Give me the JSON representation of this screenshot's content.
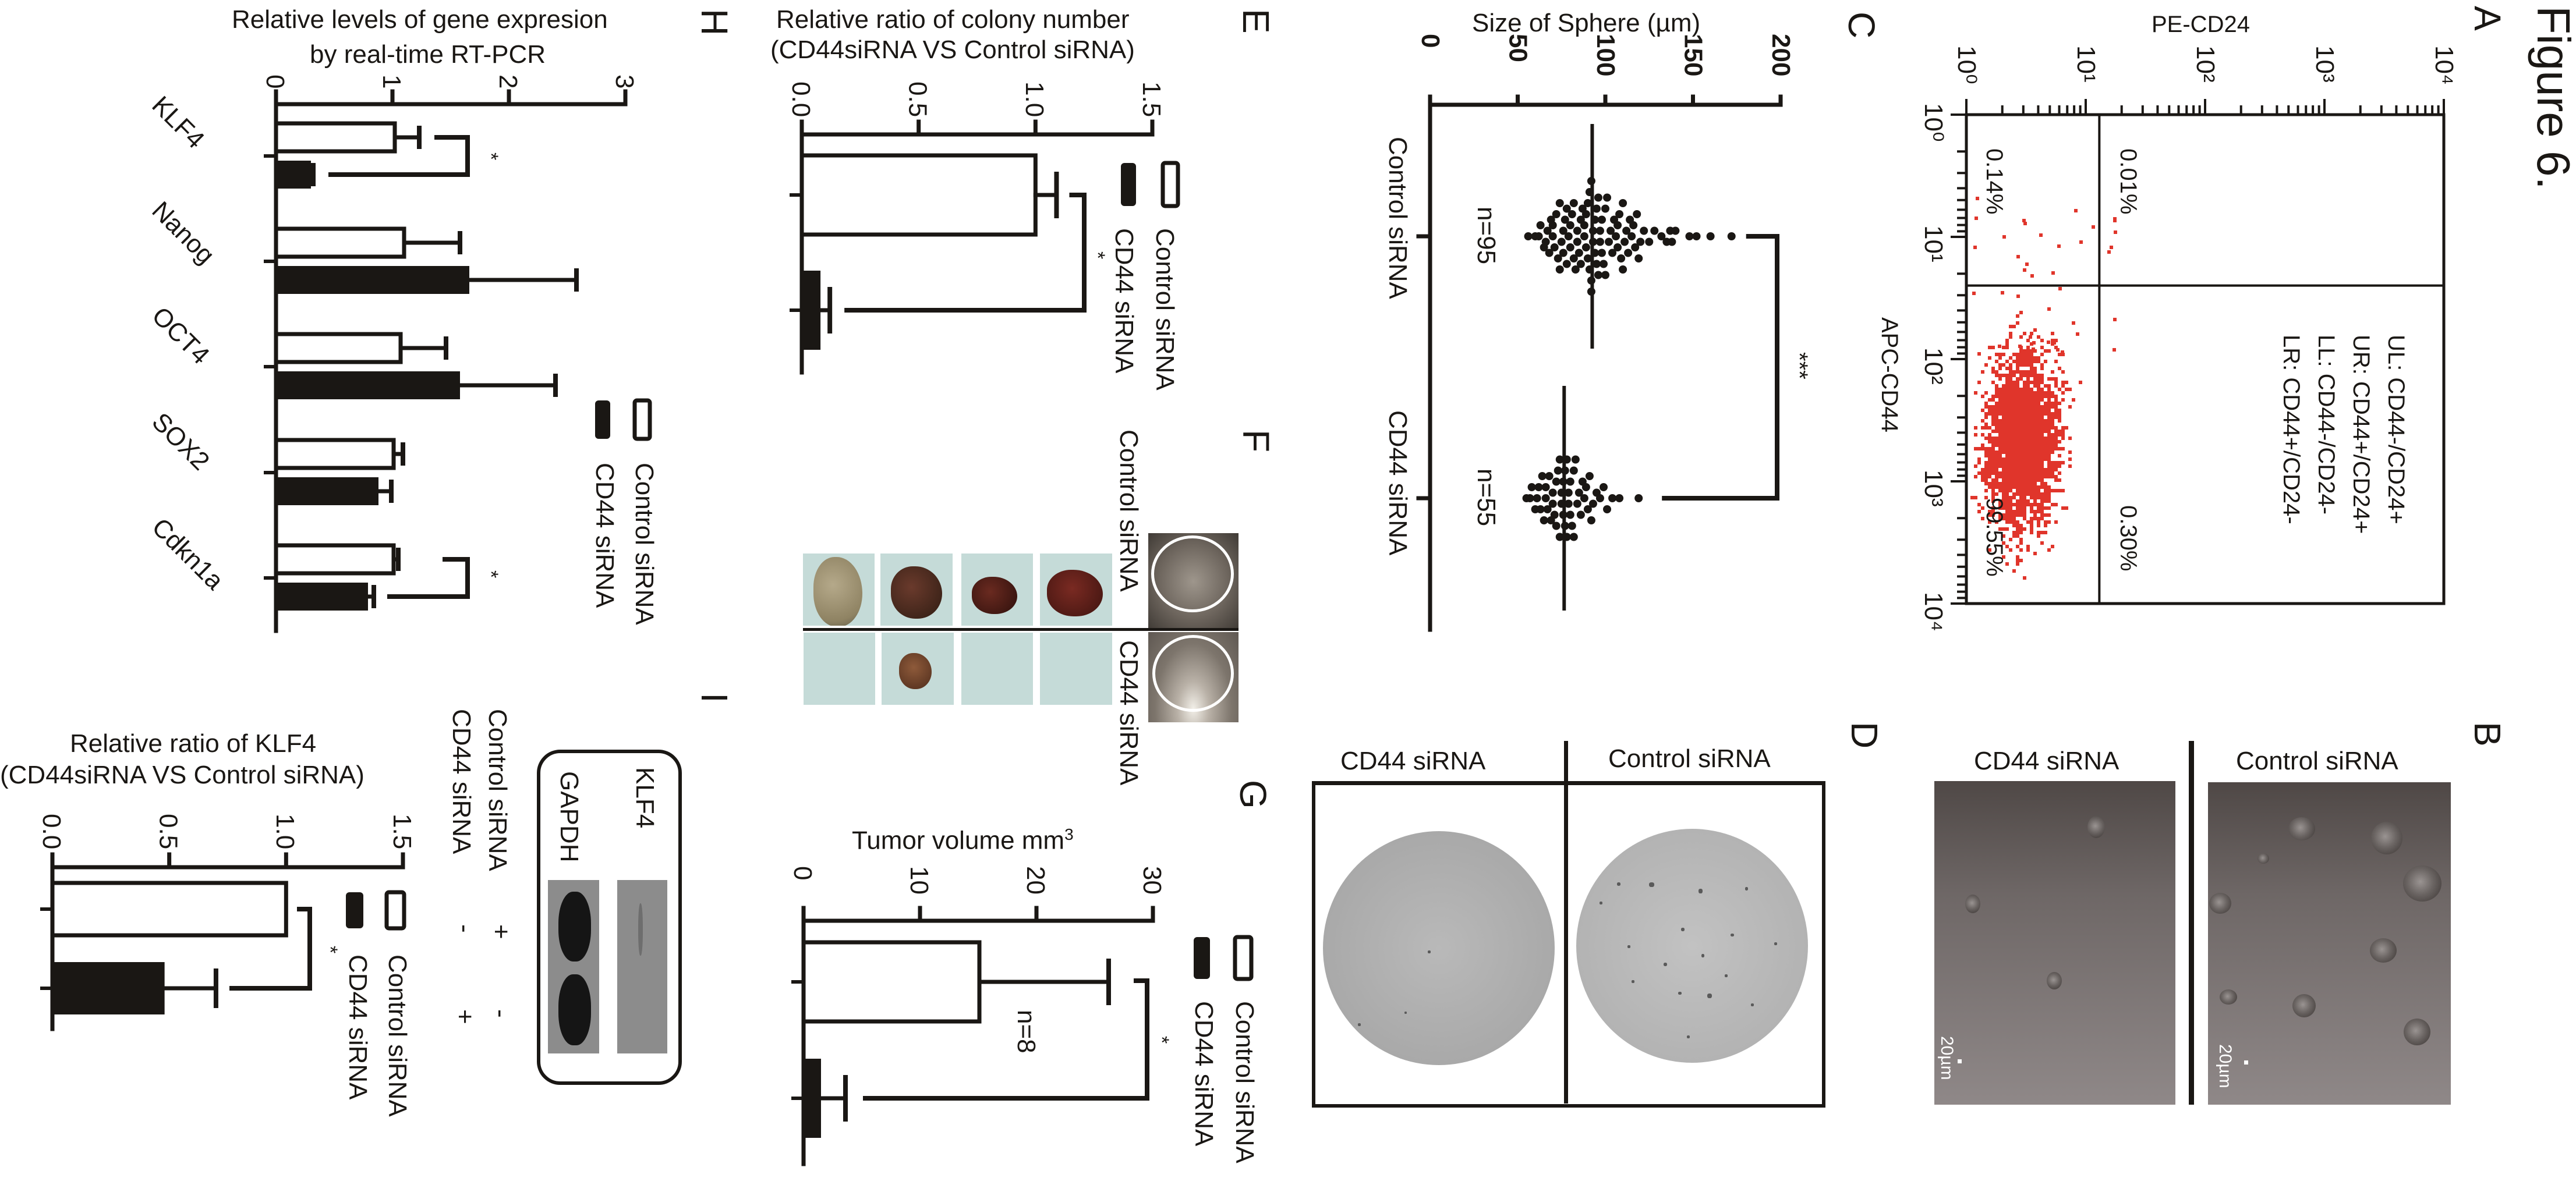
{
  "figure_title": "Figure 6.",
  "panels": {
    "A": {
      "letter": "A"
    },
    "B": {
      "letter": "B",
      "left_label": "CD44 siRNA",
      "right_label": "Control siRNA",
      "scale_bar": "20µm"
    },
    "C": {
      "letter": "C"
    },
    "D": {
      "letter": "D",
      "left_label": "CD44 siRNA",
      "right_label": "Control siRNA"
    },
    "E": {
      "letter": "E"
    },
    "F": {
      "letter": "F",
      "top_label": "Control siRNA",
      "bottom_label": "CD44 siRNA"
    },
    "G": {
      "letter": "G"
    },
    "H": {
      "letter": "H"
    },
    "I": {
      "letter": "I",
      "blot": {
        "rows": [
          "Control siRNA",
          "CD44 siRNA"
        ],
        "lanes": [
          {
            "control": "+",
            "cd44": "-"
          },
          {
            "control": "-",
            "cd44": "+"
          }
        ],
        "bands": [
          "GAPDH",
          "KLF4"
        ]
      }
    }
  },
  "chart_data": [
    {
      "id": "A",
      "type": "scatter",
      "title": "",
      "xlabel": "PE-CD24",
      "ylabel": "APC-CD44",
      "x_scale": "log",
      "y_scale": "log",
      "xlim": [
        1,
        10000
      ],
      "ylim": [
        1,
        10000
      ],
      "x_ticks": [
        "10⁰",
        "10¹",
        "10²",
        "10³",
        "10⁴"
      ],
      "y_ticks": [
        "10⁰",
        "10¹",
        "10²",
        "10³",
        "10⁴"
      ],
      "point_color": "#e0352b",
      "gates": {
        "x": 13,
        "y": 25
      },
      "quadrants": [
        {
          "name": "UL",
          "label": "0.14%"
        },
        {
          "name": "UR",
          "label": "0.01%"
        },
        {
          "name": "LL",
          "label": "99.55%"
        },
        {
          "name": "LR",
          "label": "0.30%"
        }
      ],
      "legend": [
        "UL: CD44-/CD24+",
        "UR: CD44+/CD24+",
        "LL: CD44-/CD24-",
        "LR: CD44+/CD24-"
      ]
    },
    {
      "id": "C",
      "type": "scatter",
      "title": "Size of Sphere (µm)",
      "ylim": [
        0,
        200
      ],
      "y_ticks": [
        "0",
        "50",
        "100",
        "150",
        "200"
      ],
      "categories": [
        "Control siRNA",
        "CD44 siRNA"
      ],
      "series": [
        {
          "name": "Control siRNA",
          "n_label": "n=95",
          "median": 92.5,
          "values": [
            56,
            60,
            62,
            63,
            65,
            66,
            67,
            68,
            69,
            70,
            70,
            71,
            72,
            73,
            74,
            74,
            75,
            76,
            76,
            77,
            78,
            78,
            79,
            80,
            80,
            81,
            82,
            82,
            83,
            84,
            84,
            85,
            86,
            86,
            87,
            88,
            88,
            89,
            89,
            90,
            90,
            91,
            91,
            92,
            92,
            92,
            93,
            93,
            94,
            94,
            95,
            95,
            96,
            96,
            97,
            97,
            98,
            98,
            99,
            100,
            100,
            101,
            102,
            103,
            104,
            105,
            106,
            107,
            107,
            108,
            109,
            110,
            110,
            111,
            112,
            113,
            114,
            115,
            116,
            117,
            118,
            119,
            120,
            122,
            125,
            128,
            132,
            135,
            137,
            138,
            140,
            148,
            152,
            160,
            172
          ]
        },
        {
          "name": "CD44 siRNA",
          "n_label": "n=55",
          "median": 76.5,
          "values": [
            55,
            57,
            58,
            60,
            61,
            62,
            63,
            64,
            65,
            66,
            66,
            67,
            68,
            69,
            70,
            70,
            71,
            72,
            72,
            73,
            74,
            74,
            75,
            75,
            76,
            76,
            77,
            77,
            78,
            78,
            79,
            79,
            80,
            80,
            81,
            82,
            82,
            83,
            84,
            85,
            86,
            87,
            88,
            89,
            90,
            91,
            92,
            93,
            95,
            97,
            99,
            101,
            104,
            108,
            119
          ]
        }
      ],
      "significance": "***"
    },
    {
      "id": "E",
      "type": "bar",
      "title": "Relative ratio of colony number",
      "subtitle": "(CD44siRNA VS Control siRNA)",
      "ylim": [
        0,
        1.5
      ],
      "y_ticks": [
        "0.0",
        "0.5",
        "1.0",
        "1.5"
      ],
      "categories": [
        "Control siRNA",
        "CD44 siRNA"
      ],
      "values": [
        1.0,
        0.08
      ],
      "error_upper": [
        1.09,
        0.12
      ],
      "legend": [
        "Control siRNA",
        "CD44 siRNA"
      ],
      "significance": "*"
    },
    {
      "id": "G",
      "type": "bar",
      "title": "Tumor volume mm",
      "title_sup": "3",
      "ylim": [
        0,
        30
      ],
      "y_ticks": [
        "0",
        "10",
        "20",
        "30"
      ],
      "categories": [
        "Control siRNA",
        "CD44 siRNA"
      ],
      "values": [
        15.1,
        1.5
      ],
      "error_upper": [
        26.2,
        3.6
      ],
      "annotation": "n=8",
      "legend": [
        "Control siRNA",
        "CD44 siRNA"
      ],
      "significance": "*"
    },
    {
      "id": "H",
      "type": "bar",
      "title": "Relative levels of gene expresion",
      "subtitle": "by real-time RT-PCR",
      "ylim": [
        0,
        3
      ],
      "y_ticks": [
        "0",
        "1",
        "2",
        "3"
      ],
      "categories": [
        "KLF4",
        "Nanog",
        "OCT4",
        "SOX2",
        "Cdkn1a"
      ],
      "series": [
        {
          "name": "Control siRNA",
          "values": [
            1.02,
            1.1,
            1.07,
            1.01,
            1.01
          ],
          "error_upper": [
            1.23,
            1.58,
            1.46,
            1.09,
            1.05
          ]
        },
        {
          "name": "CD44 siRNA",
          "values": [
            0.3,
            1.66,
            1.58,
            0.88,
            0.79
          ],
          "error_upper": [
            0.32,
            2.58,
            2.4,
            0.99,
            0.84
          ]
        }
      ],
      "significance": [
        {
          "category": "KLF4",
          "label": "*"
        },
        {
          "category": "Cdkn1a",
          "label": "*"
        }
      ],
      "legend": [
        "Control siRNA",
        "CD44 siRNA"
      ]
    },
    {
      "id": "I",
      "type": "bar",
      "title": "Relative ratio of KLF4",
      "subtitle": "(CD44siRNA VS Control siRNA)",
      "ylim": [
        0,
        1.5
      ],
      "y_ticks": [
        "0.0",
        "0.5",
        "1.0",
        "1.5"
      ],
      "categories": [
        "Control siRNA",
        "CD44 siRNA"
      ],
      "values": [
        1.0,
        0.48
      ],
      "error_upper": [
        1.0,
        0.7
      ],
      "legend": [
        "Control siRNA",
        "CD44 siRNA"
      ],
      "significance": "*"
    }
  ],
  "colors": {
    "ink": "#1a1714",
    "flow_red": "#e0352b",
    "bar_fill": "#1a1714",
    "bar_open": "#ffffff"
  }
}
